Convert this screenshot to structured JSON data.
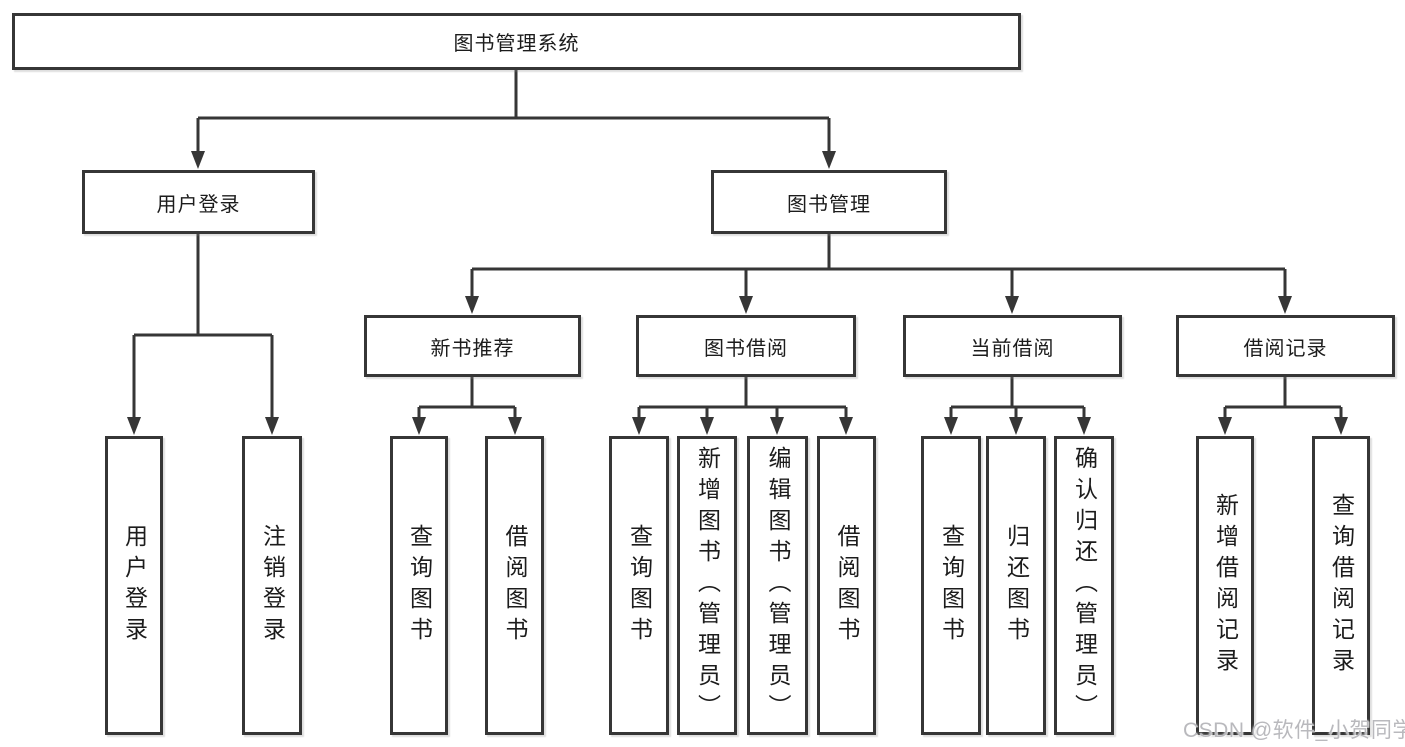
{
  "diagram": {
    "root": {
      "label": "图书管理系统"
    },
    "level2": {
      "user_login": {
        "label": "用户登录"
      },
      "book_management": {
        "label": "图书管理"
      }
    },
    "level3": {
      "new_book_rec": {
        "label": "新书推荐"
      },
      "book_borrow": {
        "label": "图书借阅"
      },
      "current_borrow": {
        "label": "当前借阅"
      },
      "borrow_records": {
        "label": "借阅记录"
      }
    },
    "leaves": {
      "user_login_leaf": {
        "label": "用户登录",
        "parent": "用户登录"
      },
      "logout_leaf": {
        "label": "注销登录",
        "parent": "用户登录"
      },
      "rec_query_books": {
        "label": "查询图书",
        "parent": "新书推荐"
      },
      "rec_borrow_books": {
        "label": "借阅图书",
        "parent": "新书推荐"
      },
      "bb_query_books": {
        "label": "查询图书",
        "parent": "图书借阅"
      },
      "bb_add_books": {
        "label": "新增图书（管理员）",
        "parent": "图书借阅"
      },
      "bb_edit_books": {
        "label": "编辑图书（管理员）",
        "parent": "图书借阅"
      },
      "bb_borrow_books": {
        "label": "借阅图书",
        "parent": "图书借阅"
      },
      "cb_query_books": {
        "label": "查询图书",
        "parent": "当前借阅"
      },
      "cb_return_books": {
        "label": "归还图书",
        "parent": "当前借阅"
      },
      "cb_confirm_return": {
        "label": "确认归还（管理员）",
        "parent": "当前借阅"
      },
      "br_add_record": {
        "label": "新增借阅记录",
        "parent": "借阅记录"
      },
      "br_query_record": {
        "label": "查询借阅记录",
        "parent": "借阅记录"
      }
    }
  },
  "watermark": {
    "text": "CSDN @软件_小贺同学"
  },
  "colors": {
    "background": "#ffffff",
    "line": "#363636",
    "box_border": "#363636",
    "box_fill": "#ffffff",
    "text": "#1c1c1c",
    "watermark": "#b9b9bd"
  }
}
